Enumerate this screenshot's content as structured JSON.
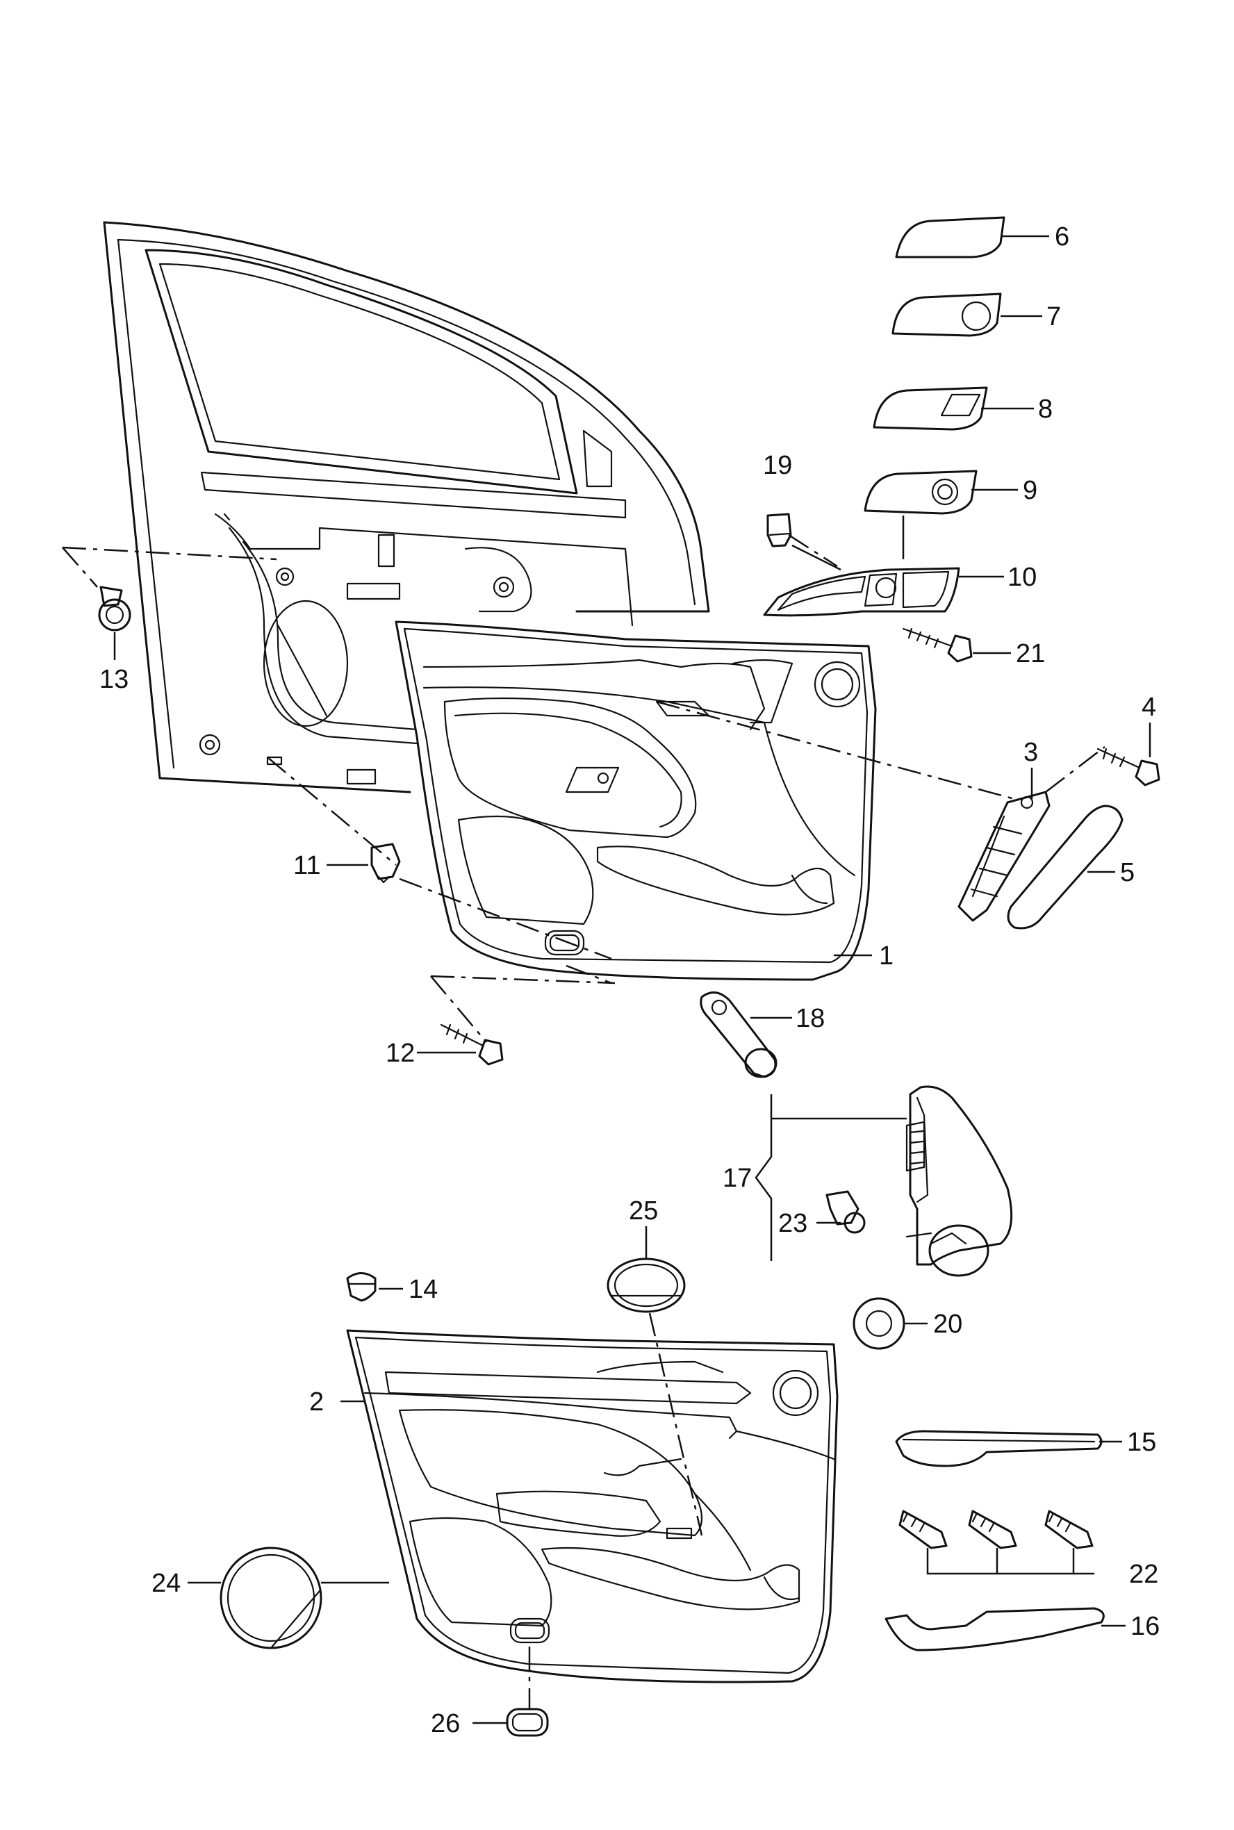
{
  "callouts": {
    "c1": "1",
    "c2": "2",
    "c3": "3",
    "c4": "4",
    "c5": "5",
    "c6": "6",
    "c7": "7",
    "c8": "8",
    "c9": "9",
    "c10": "10",
    "c11": "11",
    "c12": "12",
    "c13": "13",
    "c14": "14",
    "c15": "15",
    "c16": "16",
    "c17": "17",
    "c18": "18",
    "c19": "19",
    "c20": "20",
    "c21": "21",
    "c22": "22",
    "c23": "23",
    "c24": "24",
    "c25": "25",
    "c26": "26"
  },
  "colors": {
    "line": "#111111",
    "background": "#ffffff"
  }
}
